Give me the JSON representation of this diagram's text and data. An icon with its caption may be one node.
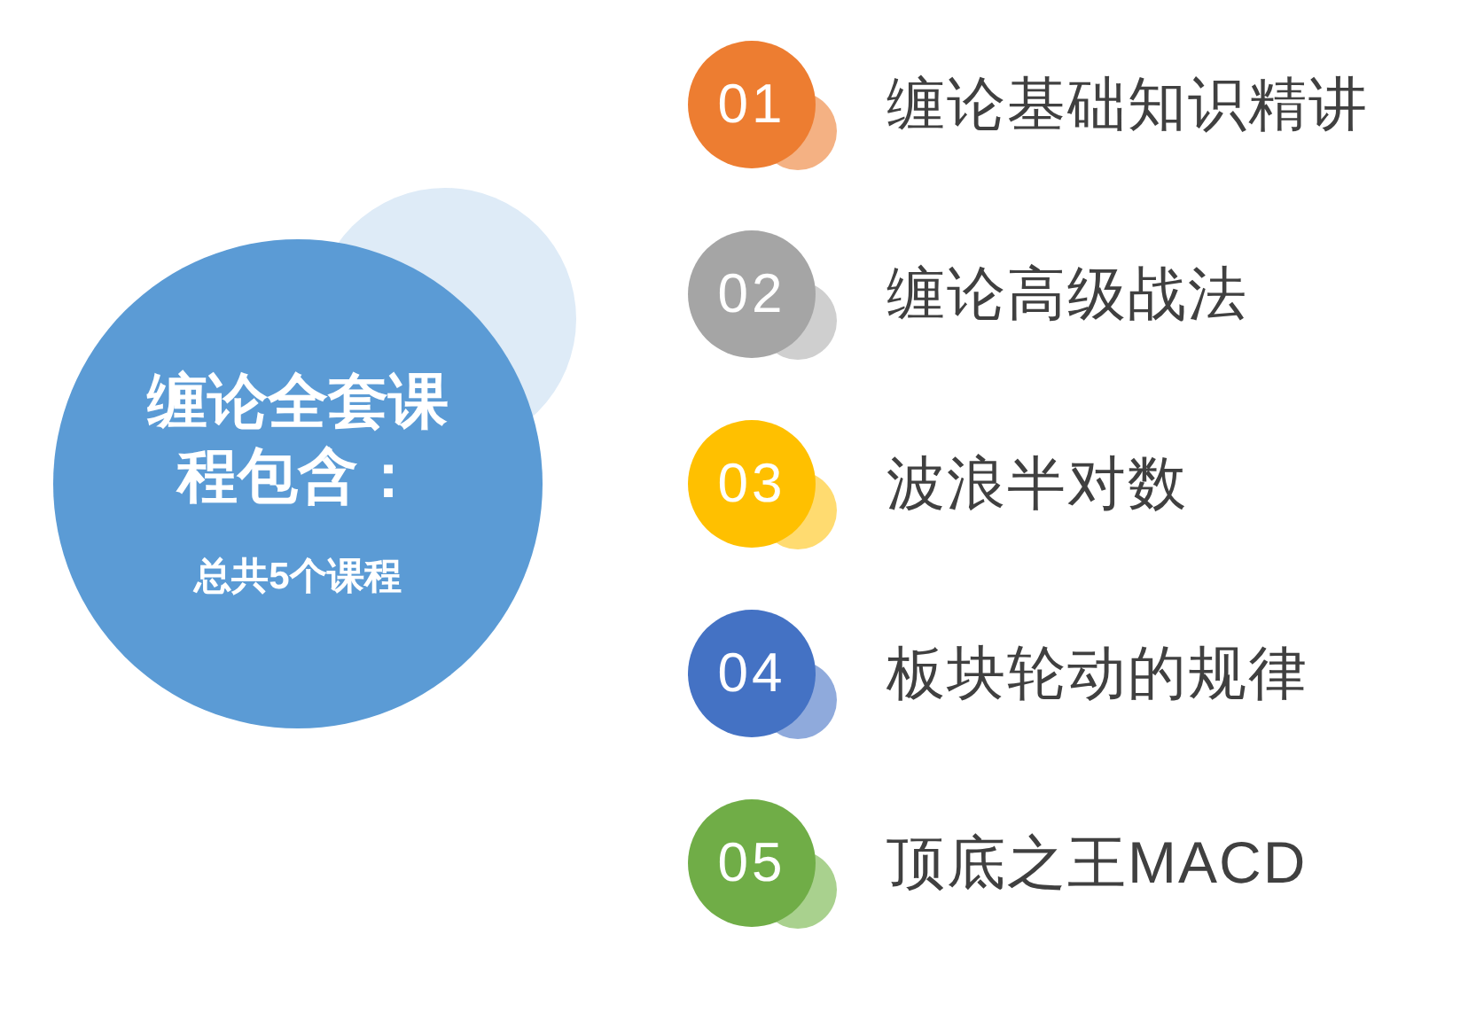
{
  "diagram": {
    "nodes": [
      {
        "text": [
          "缠论全套课程包含：",
          "总共5个课程"
        ]
      },
      {
        "text": [
          "01"
        ],
        "beside": [
          "缠论基础知识精讲"
        ]
      },
      {
        "text": [
          "02"
        ],
        "beside": [
          "缠论高级战法"
        ]
      },
      {
        "text": [
          "03"
        ],
        "beside": [
          "波浪半对数"
        ]
      },
      {
        "text": [
          "04"
        ],
        "beside": [
          "板块轮动的规律"
        ]
      },
      {
        "text": [
          "05"
        ],
        "beside": [
          "顶底之王MACD"
        ]
      }
    ]
  }
}
